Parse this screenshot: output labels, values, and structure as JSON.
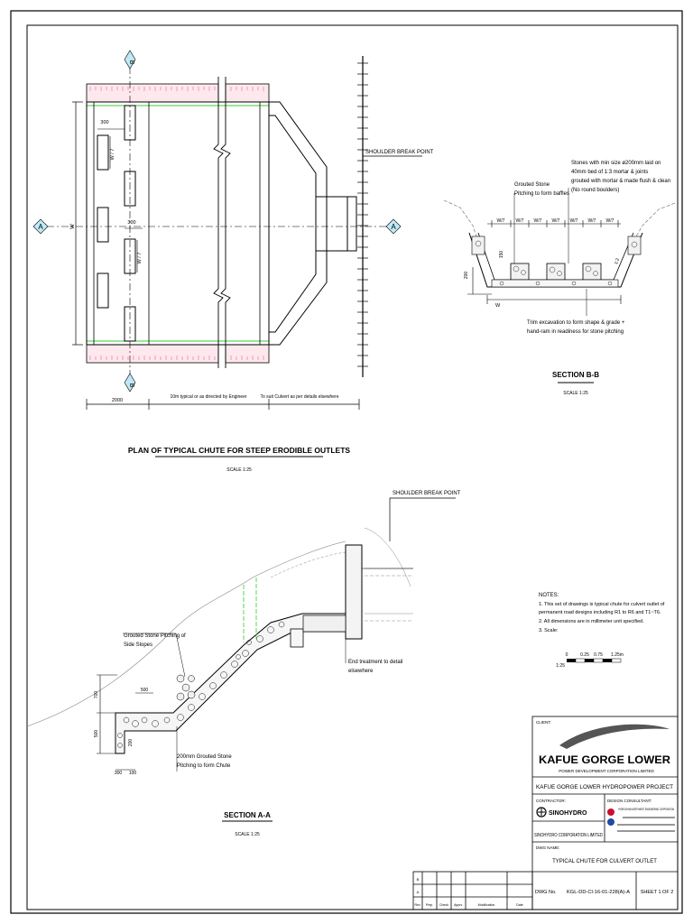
{
  "plan": {
    "title": "PLAN OF TYPICAL CHUTE FOR STEEP ERODIBLE OUTLETS",
    "scale": "SCALE 1:25",
    "section_marker_b": "B",
    "section_marker_a": "A",
    "dim_300_top": "300",
    "dim_300_mid": "300",
    "dim_w_side": "W",
    "dim_w7_a": "W / 7",
    "dim_w7_b": "W / 7",
    "shoulder_label": "SHOULDER BREAK POINT",
    "dim_2000": "2000",
    "dim_10m": "10m typical or as directed by Engineer",
    "dim_culvert": "To suit Culvert as per details elsewhere"
  },
  "section_bb": {
    "title": "SECTION B-B",
    "scale": "SCALE 1:25",
    "note_stones": [
      "Stones with min size ø200mm laid on",
      "40mm bed of 1:3 mortar & joints",
      "grouted with mortar & made flush & clean",
      "(No round boulders)"
    ],
    "note_grouted": [
      "Grouted Stone",
      "Pitching to form baffles"
    ],
    "w7_labels": [
      "W/7",
      "W/7",
      "W/7",
      "W/7",
      "W/7",
      "W/7",
      "W/7"
    ],
    "dim_200": "200",
    "dim_150": "150",
    "dim_1_2": "1:2",
    "dim_w": "W",
    "note_trim": [
      "Trim excavation to form shape & grade +",
      "hand-ram in readiness for stone pitching"
    ]
  },
  "section_aa": {
    "title": "SECTION A-A",
    "scale": "SCALE 1:25",
    "shoulder_label": "SHOULDER BREAK POINT",
    "note_side": [
      "Grouted Stone Pitching of",
      "Side Slopes"
    ],
    "note_chute": [
      "200mm Grouted Stone",
      "Pitching to form Chute"
    ],
    "note_end": [
      "End treatment to detail",
      "elsewhere"
    ],
    "dim_500": "500",
    "dim_700": "700",
    "dim_300": "300",
    "dim_100": "100",
    "dim_200": "200"
  },
  "notes": {
    "heading": "NOTES:",
    "items": [
      "1.  This set of drawings is typical chute for culvert outlet of",
      "     permanent road designs including R1 to R6 and T1~T6.",
      "2.  All dimensions are in millimeter unit specified.",
      "3.  Scale:"
    ],
    "scale_ticks": [
      "0",
      "0.25",
      "0.75",
      "1.25m"
    ],
    "scale_ratio": "1:25"
  },
  "title_block": {
    "client_label": "CLIENT:",
    "client_name": "KAFUE GORGE LOWER",
    "client_sub": "POWER DEVELOPMENT CORPORATION LIMITED",
    "project": "KAFUE GORGE LOWER HYDROPOWER PROJECT",
    "contractor_label": "CONTRACTOR:",
    "contractor_logo": "SINOHYDRO",
    "contractor_name": "SINOHYDRO CORPORATION LIMITED",
    "consultant_label": "DESIGN CONSULTANT:",
    "consultant_name": "HYDROCHINA NORTHWEST ENGINEERING CORPORATION",
    "drawing_name_label": "DWG NAME:",
    "drawing_name": "TYPICAL CHUTE FOR CULVERT OUTLET",
    "dwg_no_label": "DWG No.",
    "dwg_no": "KGL-DD-CI-16-01-228(A)-A",
    "sheet": "SHEET 1 OF 2",
    "rev_rows": [
      [
        "B",
        "",
        "",
        "",
        "",
        ""
      ],
      [
        "A",
        "",
        "",
        "",
        "",
        ""
      ],
      [
        "Rev.",
        "Prep.",
        "Check",
        "Apprv.",
        "Modification",
        "Date"
      ]
    ]
  }
}
